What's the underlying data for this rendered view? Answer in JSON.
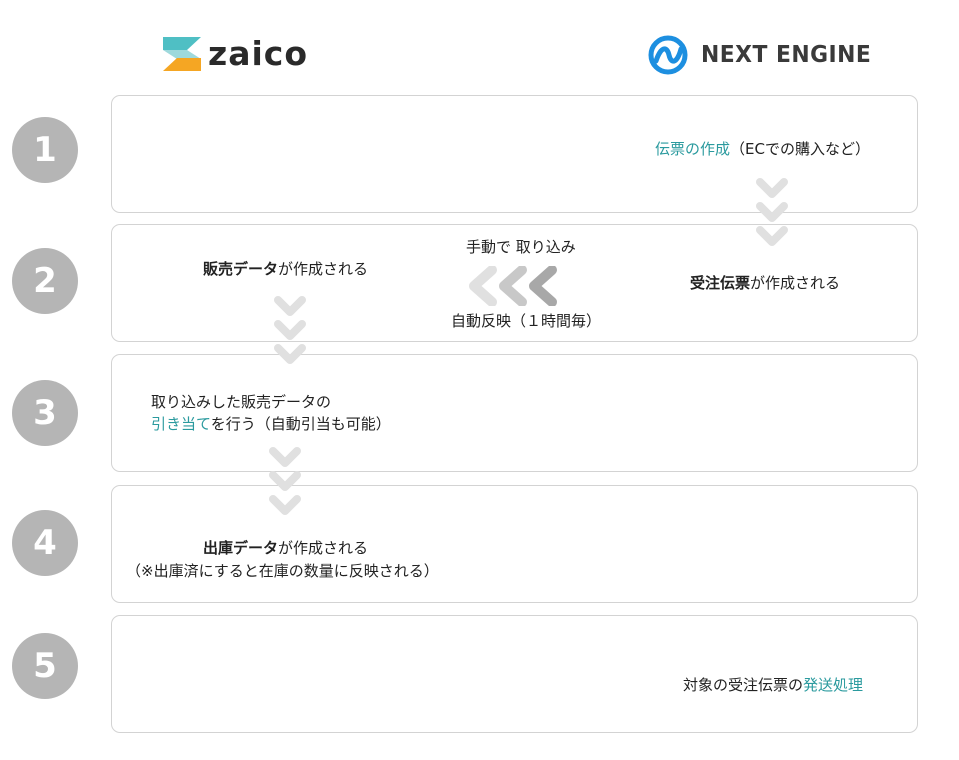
{
  "logos": {
    "left": {
      "name": "zaico",
      "accent_colors": [
        "#f5a623",
        "#4fbfc4"
      ]
    },
    "right": {
      "name": "NEXT ENGINE",
      "accent_color": "#1d8fe0"
    }
  },
  "steps": [
    {
      "number": "1",
      "right_text": {
        "highlight": "伝票の作成",
        "rest": "（ECでの購入など）"
      }
    },
    {
      "number": "2",
      "left_text": {
        "bold": "販売データ",
        "rest": "が作成される"
      },
      "center_top": "手動で 取り込み",
      "center_bottom": "自動反映（１時間毎）",
      "right_text": {
        "bold": "受注伝票",
        "rest": "が作成される"
      }
    },
    {
      "number": "3",
      "line1": "取り込みした販売データの",
      "line2": {
        "highlight": "引き当て",
        "rest": "を行う（自動引当も可能）"
      }
    },
    {
      "number": "4",
      "line1": {
        "bold": "出庫データ",
        "rest": "が作成される"
      },
      "line2": "（※出庫済にすると在庫の数量に反映される）"
    },
    {
      "number": "5",
      "right_text": {
        "rest": "対象の受注伝票の",
        "highlight": "発送処理"
      }
    }
  ],
  "colors": {
    "teal": "#2a9a9e",
    "circle": "#b5b5b5",
    "chevron_light": "#e0e0e0",
    "chevron_mid": "#c8c8c8",
    "chevron_dark": "#a8a8a8"
  }
}
